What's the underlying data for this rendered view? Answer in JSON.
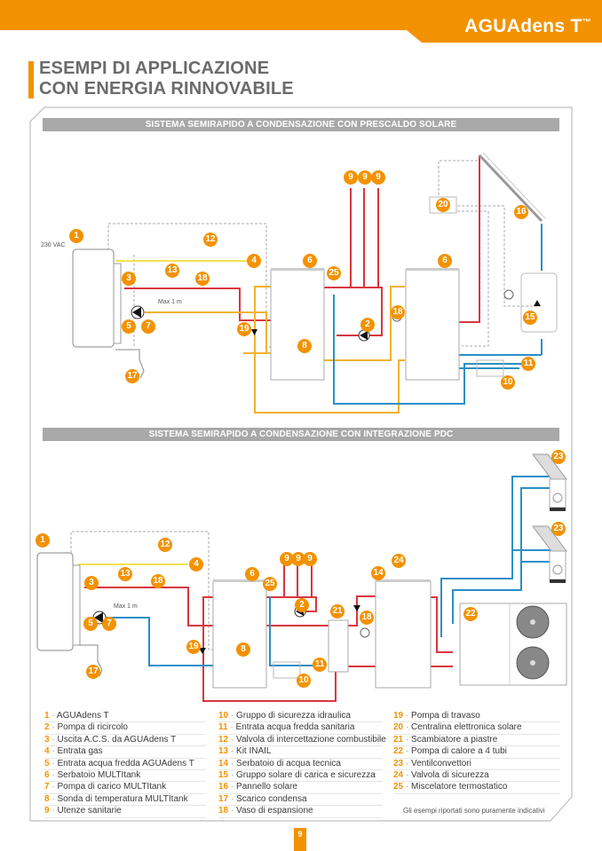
{
  "header": {
    "brand": "AGUAdens T",
    "trademark": "™",
    "brand_color": "#f39200"
  },
  "page_title": {
    "line1": "ESEMPI DI APPLICAZIONE",
    "line2": "CON ENERGIA RINNOVABILE"
  },
  "diagrams": [
    {
      "title": "SISTEMA SEMIRAPIDO A CONDENSAZIONE CON PRESCALDO SOLARE",
      "supply_label": "230 VAC",
      "distance_label": "Max 1 m",
      "callouts": [
        "1",
        "3",
        "5",
        "7",
        "12",
        "4",
        "13",
        "18",
        "19",
        "17",
        "6",
        "25",
        "9",
        "9",
        "9",
        "8",
        "2",
        "18",
        "6",
        "20",
        "16",
        "15",
        "11",
        "10"
      ]
    },
    {
      "title": "SISTEMA SEMIRAPIDO A CONDENSAZIONE CON INTEGRAZIONE PDC",
      "distance_label": "Max 1 m",
      "callouts": [
        "1",
        "3",
        "5",
        "7",
        "12",
        "4",
        "13",
        "18",
        "19",
        "17",
        "6",
        "25",
        "9",
        "9",
        "9",
        "2",
        "8",
        "11",
        "10",
        "21",
        "14",
        "24",
        "18",
        "22",
        "23",
        "23"
      ]
    }
  ],
  "pipe_colors": {
    "hot_water": "#d9363e",
    "cold_water": "#2a8fc7",
    "gas": "#f2e250",
    "heating": "#f0b22e",
    "control": "#aaaaaa"
  },
  "legend": [
    {
      "num": "1",
      "text": "AGUAdens T"
    },
    {
      "num": "2",
      "text": "Pompa di ricircolo"
    },
    {
      "num": "3",
      "text": "Uscita A.C.S. da AGUAdens T"
    },
    {
      "num": "4",
      "text": "Entrata gas"
    },
    {
      "num": "5",
      "text": "Entrata acqua fredda AGUAdens T"
    },
    {
      "num": "6",
      "text": "Serbatoio MULTItank"
    },
    {
      "num": "7",
      "text": "Pompa di carico MULTItank"
    },
    {
      "num": "8",
      "text": "Sonda di temperatura MULTItank"
    },
    {
      "num": "9",
      "text": "Utenze sanitarie"
    },
    {
      "num": "10",
      "text": "Gruppo di sicurezza idraulica"
    },
    {
      "num": "11",
      "text": "Entrata acqua fredda sanitaria"
    },
    {
      "num": "12",
      "text": "Valvola di intercettazione combustibile"
    },
    {
      "num": "13",
      "text": "Kit INAIL"
    },
    {
      "num": "14",
      "text": "Serbatoio di acqua tecnica"
    },
    {
      "num": "15",
      "text": "Gruppo solare di carica e sicurezza"
    },
    {
      "num": "16",
      "text": "Pannello solare"
    },
    {
      "num": "17",
      "text": "Scarico condensa"
    },
    {
      "num": "18",
      "text": "Vaso di espansione"
    },
    {
      "num": "19",
      "text": "Pompa di travaso"
    },
    {
      "num": "20",
      "text": "Centralina elettronica solare"
    },
    {
      "num": "21",
      "text": "Scambiatore a piastre"
    },
    {
      "num": "22",
      "text": "Pompa di calore a 4 tubi"
    },
    {
      "num": "23",
      "text": "Ventilconvettori"
    },
    {
      "num": "24",
      "text": "Valvola di sicurezza"
    },
    {
      "num": "25",
      "text": "Miscelatore termostatico"
    }
  ],
  "legend_separator": "·",
  "note": "Gli esempi riportati sono puramente indicativi",
  "page_number": "9"
}
